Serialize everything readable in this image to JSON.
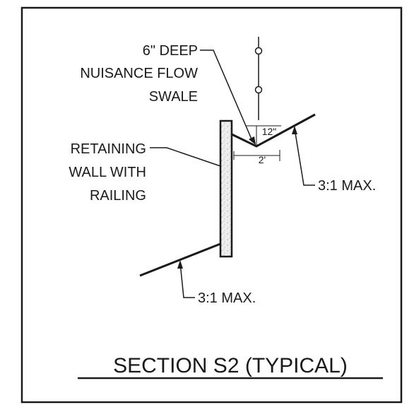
{
  "labels": {
    "swale_line1": "6\" DEEP",
    "swale_line2": "NUISANCE FLOW",
    "swale_line3": "SWALE",
    "wall_line1": "RETAINING",
    "wall_line2": "WALL WITH",
    "wall_line3": "RAILING",
    "slope_upper": "3:1 MAX.",
    "slope_lower": "3:1 MAX.",
    "dim_depth": "12\"",
    "dim_width": "2'"
  },
  "title": "SECTION S2 (TYPICAL)",
  "colors": {
    "ink": "#1a1a1a",
    "paper": "#ffffff",
    "wall_fill": "#ececec"
  }
}
